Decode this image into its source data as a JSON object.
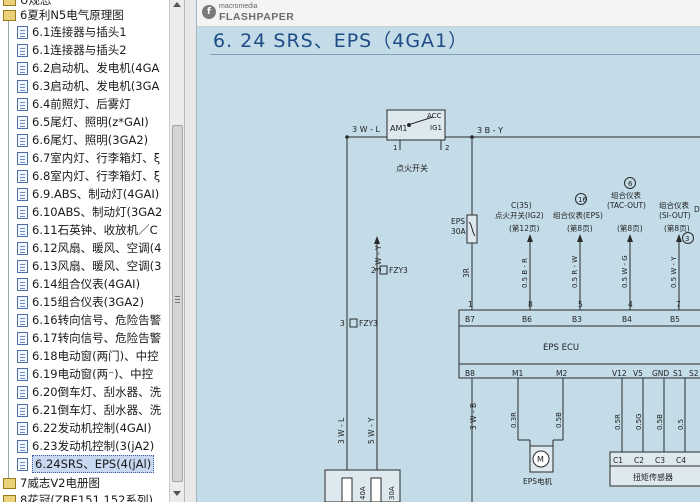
{
  "sidebar": {
    "partial_top_label": "U规忩",
    "section_book": "6夏利N5电气原理图",
    "items": [
      "6.1连接器与插头1",
      "6.1连接器与插头2",
      "6.2启动机、发电机(4GA",
      "6.3启动机、发电机(3GA",
      "6.4前照灯、后雾灯",
      "6.5尾灯、照明(z*GAI)",
      "6.6尾灯、照明(3GA2)",
      "6.7室内灯、行李箱灯、ξ",
      "6.8室内灯、行李箱灯、ξ",
      "6.9.ABS、制动灯(4GAI)",
      "6.10ABS、制动灯(3GA2",
      "6.11石英钟、收放机／C",
      "6.12风扇、暖风、空调(4",
      "6.13风扇、暖风、空调(3",
      "6.14组合仪表(4GAI)",
      "6.15组合仪表(3GA2)",
      "6.16转向信号、危险告警",
      "6.17转向信号、危险告警",
      "6.18电动窗(两门)、中控",
      "6.19电动窗(两⁻)、中控",
      "6.20倒车灯、刮水器、洗",
      "6.21倒车灯、刮水器、洗",
      "6.22发动机控制(4GAI)",
      "6.23发动机控制(3(jA2)",
      "6.24SRS、EPS(4(jAl)"
    ],
    "selected_index": 24,
    "next_book_1": "7威志V2电册图",
    "next_book_2": "8花冠(ZRE151,152系列)"
  },
  "viewer": {
    "brand_small": "macromedia",
    "brand_large": "FLASHPAPER",
    "brand_mark": "f"
  },
  "page": {
    "title": "6. 24   SRS、EPS（4GA1）"
  },
  "diagram": {
    "ignition_switch": {
      "am1": "AM1",
      "acc": "ACC",
      "ig1": "IG1",
      "pin1": "1",
      "pin2": "2",
      "label": "点火开关"
    },
    "wire_3wl_top": "3 W - L",
    "wire_3by": "3 B - Y",
    "fuse_eps": {
      "name": "EPS",
      "rating": "30A"
    },
    "fzy3_a": "FZY3",
    "fzy3_b": "FZY3",
    "fzy3_pin_a": "2",
    "fzy3_pin_b": "3",
    "wire_3wy": "3 W - Y",
    "wire_3r": "3R",
    "refs": [
      {
        "circle": "",
        "line1": "C(35)",
        "line2": "点火开关(IG2)",
        "line3": "(第12页)",
        "wire": "0.5 B - R",
        "pin": "8",
        "term": "B6"
      },
      {
        "circle": "16",
        "line1": "",
        "line2": "组合仪表(EPS)",
        "line3": "(第8页)",
        "wire": "0.5 R - W",
        "pin": "5",
        "term": "B3"
      },
      {
        "circle": "6",
        "line1": "组合仪表",
        "line2": "(TAC-OUT)",
        "line3": "(第8页)",
        "wire": "0.5 W - G",
        "pin": "4",
        "term": "B4"
      },
      {
        "circle": "",
        "line1": "组合仪表",
        "line2": "(SI-OUT)",
        "line3": "(第8页)",
        "wire": "0.5 W - Y",
        "pin": "7",
        "term": "B5"
      }
    ],
    "ref_circle_5": "3",
    "ref_partial_d": "D",
    "b7_pin": "1",
    "b7_term": "B7",
    "ecu": {
      "label": "EPS ECU",
      "bottom_terms": [
        "B8",
        "M1",
        "M2",
        "V12",
        "V5",
        "GND",
        "S1",
        "S2"
      ]
    },
    "wire_3wb": "3 W - B",
    "wire_03r": "0.3R",
    "wire_05b": "0.5B",
    "sensor_wires": [
      "0.5R",
      "0.5G",
      "0.5B",
      "0.5"
    ],
    "motor_label": "EPS电机",
    "motor_symbol": "M",
    "sensor": {
      "pins": [
        "C1",
        "C2",
        "C3",
        "C4"
      ],
      "label": "扭矩传感器"
    },
    "wire_3wl_bottom": "3 W - L",
    "wire_5wy": "5 W - Y",
    "bottom_fuse_a": "40A",
    "bottom_fuse_b": "30A"
  },
  "colors": {
    "page_bg": "#c3dce8",
    "title": "#1f4c86",
    "wire": "#2a2a2a",
    "selected_bg": "#c8d8f0"
  }
}
